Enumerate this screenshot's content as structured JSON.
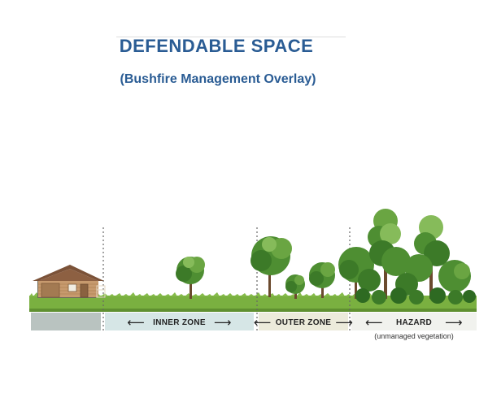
{
  "header": {
    "title": "DEFENDABLE SPACE",
    "subtitle": "(Bushfire Management Overlay)"
  },
  "zones": {
    "inner": "INNER ZONE",
    "outer": "OUTER ZONE",
    "hazard": "HAZARD",
    "hazard_note": "(unmanaged vegetation)"
  },
  "colors": {
    "title": "#2a5c94",
    "ground": "#7ab040",
    "house_band": "#b9c3c0",
    "inner_band": "#d6e6e6",
    "outer_band": "#ecebdb",
    "hazard_band": "#f1f2ee",
    "tree_canopy": "#4e8e32",
    "house_wall": "#c79a6e",
    "house_roof": "#7b5238"
  },
  "icons": [
    "house-icon",
    "tree-icon",
    "arrow-left-icon",
    "arrow-right-icon"
  ]
}
